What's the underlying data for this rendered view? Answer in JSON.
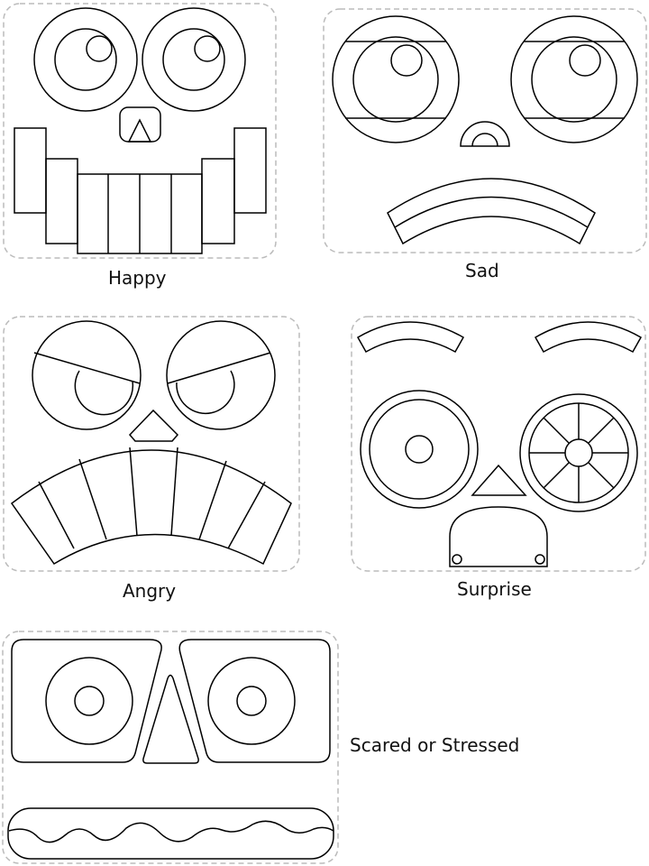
{
  "faces": [
    {
      "id": "happy",
      "label": "Happy"
    },
    {
      "id": "sad",
      "label": "Sad"
    },
    {
      "id": "angry",
      "label": "Angry"
    },
    {
      "id": "surprise",
      "label": "Surprise"
    },
    {
      "id": "scared",
      "label": "Scared or Stressed"
    }
  ],
  "colors": {
    "stroke": "#000000",
    "dashed_border": "#bbbbbb",
    "background": "#ffffff"
  }
}
